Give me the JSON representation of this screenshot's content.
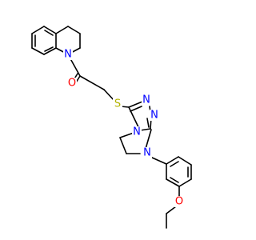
{
  "molecule": {
    "atoms": {
      "n_quinoline": {
        "symbol": "N",
        "color": "#0000ff"
      },
      "o_carbonyl": {
        "symbol": "O",
        "color": "#ff0000"
      },
      "s_thioether": {
        "symbol": "S",
        "color": "#b2b200"
      },
      "n_triazole_a": {
        "symbol": "N",
        "color": "#0000ff"
      },
      "n_triazole_b": {
        "symbol": "N",
        "color": "#0000ff"
      },
      "n_ring_fused": {
        "symbol": "N",
        "color": "#0000ff"
      },
      "n_aryl": {
        "symbol": "N",
        "color": "#0000ff"
      },
      "o_ether": {
        "symbol": "O",
        "color": "#ff0000"
      }
    }
  }
}
